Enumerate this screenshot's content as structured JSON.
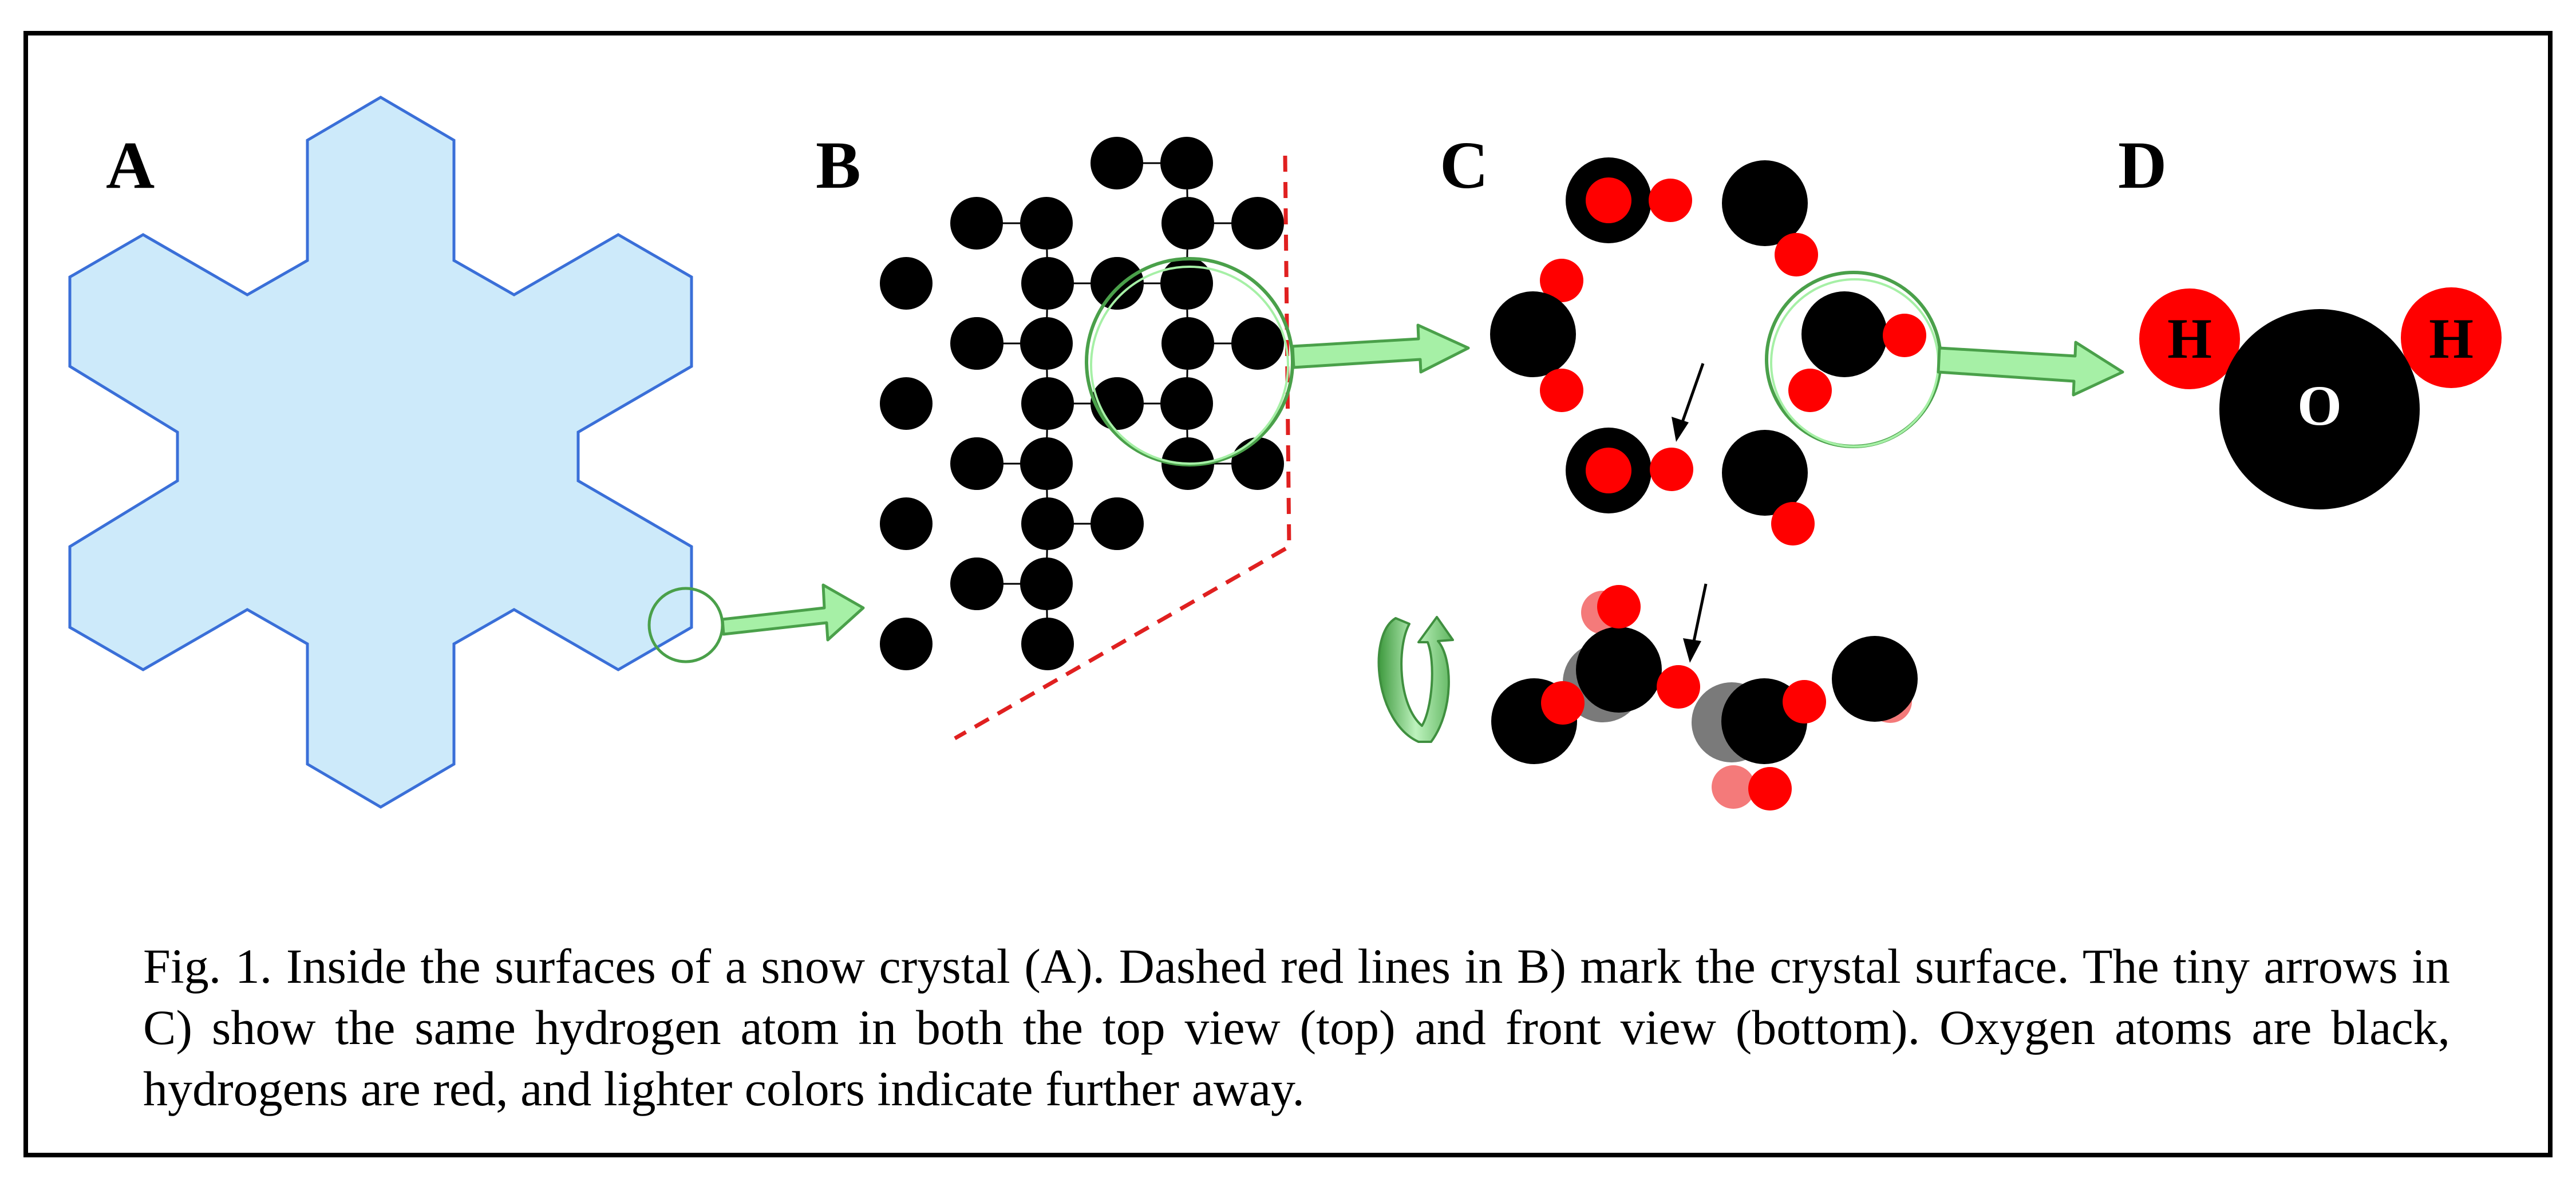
{
  "panels": {
    "a": "A",
    "b": "B",
    "c": "C",
    "d": "D"
  },
  "molecule": {
    "oxygen": "O",
    "hydrogen_left": "H",
    "hydrogen_right": "H"
  },
  "caption": "Fig. 1. Inside the surfaces of a snow crystal (A). Dashed red lines in B) mark the crystal surface. The tiny arrows in C) show the same hydrogen atom in both the top view (top) and front view (bottom). Oxygen atoms are black, hydrogens are red, and lighter colors indicate further away.",
  "colors": {
    "crystal_fill": "#cdeafa",
    "crystal_stroke": "#3a6fd8",
    "oxygen": "#000000",
    "hydrogen": "#ff0000",
    "oxygen_far": "#7a7a7a",
    "hydrogen_far": "#f47a7a",
    "arrow_fill": "#a6f0a6",
    "arrow_stroke": "#4aa04a",
    "surface_line": "#e02020"
  }
}
